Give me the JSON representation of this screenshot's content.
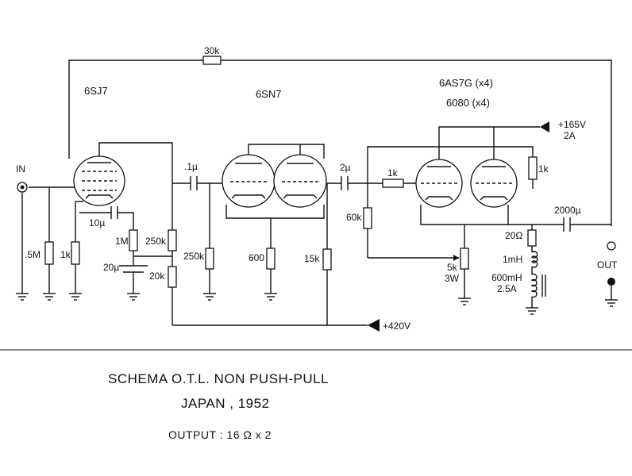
{
  "tubes": {
    "v1": "6SJ7",
    "v2": "6SN7",
    "v3a": "6AS7G (x4)",
    "v3b": "6080 (x4)"
  },
  "labels": {
    "input": "IN",
    "output": "OUT",
    "feedback_resistor": "30k",
    "r_grid": ".5M",
    "r_cathode1": "1k",
    "c_cathode1": "10µ",
    "r_screen": "1M",
    "c_screen": "20µ",
    "r_plate1": "250k",
    "r_decouple": "20k",
    "c_coupling1": ".1µ",
    "r_grid2": "250k",
    "r_cathode2": "600",
    "r_plate2": "15k",
    "c_coupling2": "2µ",
    "r_grid_stop": "1k",
    "r_grid3": "60k",
    "r_anode": "1k",
    "supply_hv": "+165V",
    "supply_current": "2A",
    "c_output": "2000µ",
    "r_out": "20Ω",
    "l_out1": "1mH",
    "l_out2": "600mH",
    "l_out2_current": "2.5A",
    "pot_value": "5k",
    "pot_power": "3W",
    "supply_b": "+420V"
  },
  "caption": {
    "title": "SCHEMA O.T.L. NON PUSH-PULL",
    "subtitle": "JAPAN , 1952",
    "output": "OUTPUT : 16 Ω x 2"
  }
}
